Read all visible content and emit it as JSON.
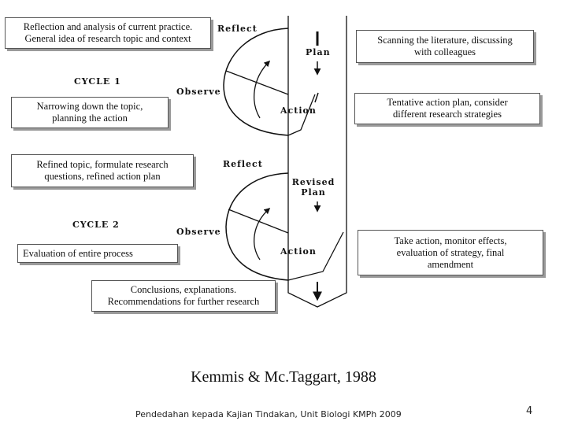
{
  "boxes": {
    "reflection_practice": {
      "line1": "Reflection and analysis of current practice.",
      "line2": "General idea of research topic and context"
    },
    "scanning_literature": {
      "line1": "Scanning the literature, discussing",
      "line2": "with colleagues"
    },
    "narrowing_topic": {
      "line1": "Narrowing down the topic,",
      "line2": "planning the action"
    },
    "tentative_plan": {
      "line1": "Tentative action plan, consider",
      "line2": "different research strategies"
    },
    "refined_topic": {
      "line1": "Refined topic, formulate research",
      "line2": "questions, refined action plan"
    },
    "take_action": {
      "line1": "Take action, monitor effects,",
      "line2": "evaluation of strategy, final",
      "line3": "amendment"
    },
    "evaluation": {
      "line1": "Evaluation of entire process"
    },
    "conclusions": {
      "line1": "Conclusions, explanations.",
      "line2": "Recommendations for further research"
    }
  },
  "cycle1": {
    "title": "CYCLE 1",
    "reflect": "Reflect",
    "plan": "Plan",
    "observe": "Observe",
    "action": "Action"
  },
  "cycle2": {
    "title": "CYCLE 2",
    "reflect": "Reflect",
    "revised_plan_line1": "Revised",
    "revised_plan_line2": "Plan",
    "observe": "Observe",
    "action": "Action"
  },
  "caption": "Kemmis & Mc.Taggart, 1988",
  "footer": "Pendedahan kepada Kajian Tindakan, Unit Biologi KMPh 2009",
  "page_number": "4",
  "colors": {
    "line": "#111111",
    "box_border": "#555555",
    "box_shadow": "#9a9a9a"
  }
}
